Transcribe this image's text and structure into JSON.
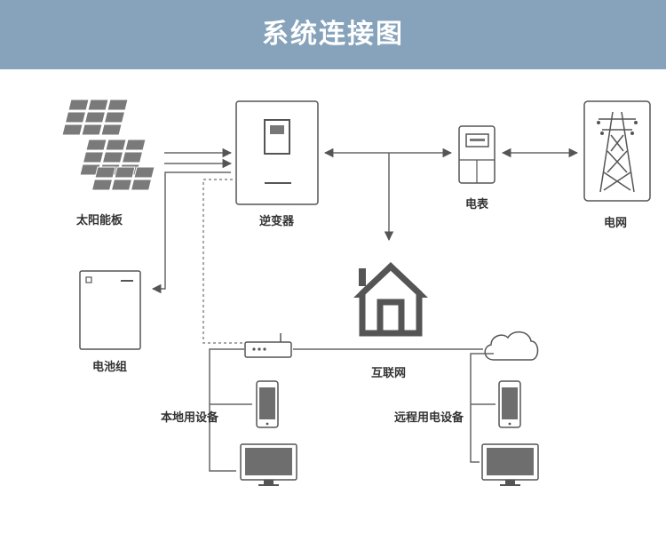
{
  "header": {
    "title": "系统连接图",
    "background": "#86a3bb"
  },
  "labels": {
    "solar_panel": "太阳能板",
    "inverter": "逆变器",
    "meter": "电表",
    "grid": "电网",
    "battery": "电池组",
    "internet": "互联网",
    "local_devices": "本地用设备",
    "remote_devices": "远程用电设备"
  },
  "icons": [
    "solar-panel-icon",
    "inverter-icon",
    "meter-icon",
    "power-tower-icon",
    "battery-icon",
    "house-icon",
    "router-icon",
    "cloud-icon",
    "phone-icon",
    "monitor-icon"
  ],
  "colors": {
    "stroke": "#555555",
    "line": "#666666"
  }
}
